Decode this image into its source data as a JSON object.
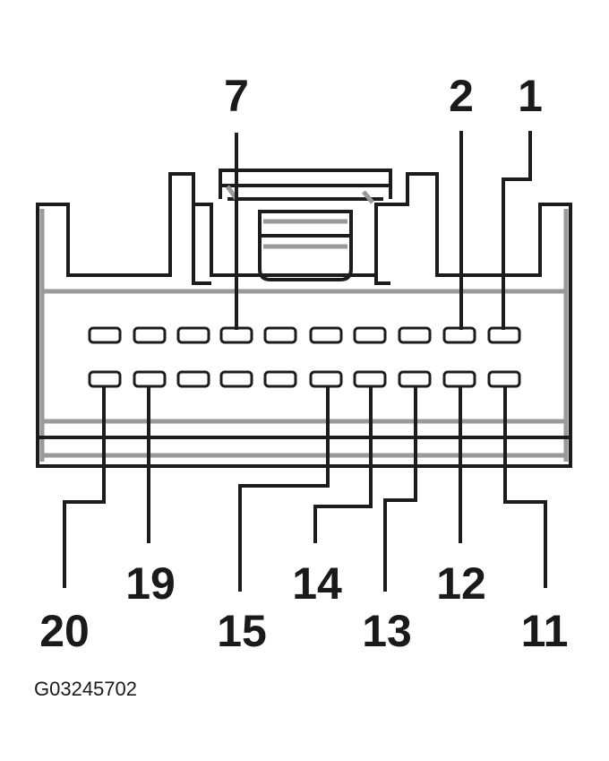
{
  "figure_code": "G03245702",
  "pins": {
    "p1": "1",
    "p2": "2",
    "p7": "7",
    "p11": "11",
    "p12": "12",
    "p13": "13",
    "p14": "14",
    "p15": "15",
    "p19": "19",
    "p20": "20"
  },
  "colors": {
    "line": "#1c1c1c",
    "shade": "#9a9a9a",
    "background": "#ffffff"
  }
}
